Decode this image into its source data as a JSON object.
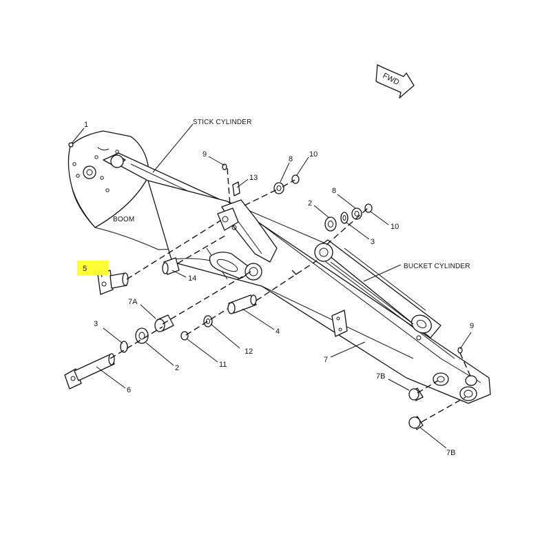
{
  "labels": {
    "fwd": "FWD",
    "stick_cylinder": "STICK CYLINDER",
    "bucket_cylinder": "BUCKET CYLINDER",
    "boom": "BOOM"
  },
  "callouts": {
    "c1": "1",
    "c9_top": "9",
    "c13": "13",
    "c8_top": "8",
    "c10_top": "10",
    "c8_right": "8",
    "c2_right": "2",
    "c10_right": "10",
    "c3_right": "3",
    "c5": "5",
    "c14": "14",
    "c7a": "7A",
    "c3_left": "3",
    "c4": "4",
    "c12": "12",
    "c2_left": "2",
    "c11": "11",
    "c6": "6",
    "c7": "7",
    "c9_right": "9",
    "c7b_top": "7B",
    "c7b_bottom": "7B"
  },
  "colors": {
    "highlight": "#ffff33",
    "ink": "#111111",
    "background": "#ffffff"
  }
}
